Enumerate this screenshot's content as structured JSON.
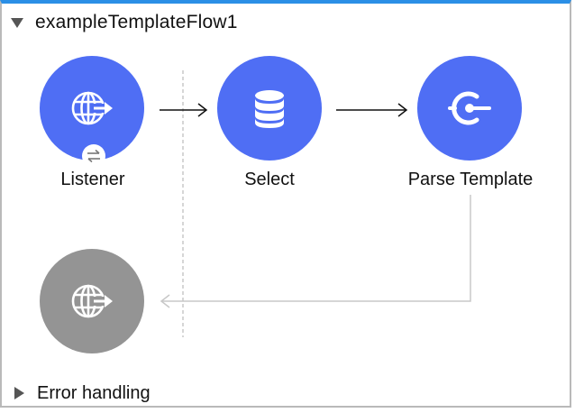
{
  "flow": {
    "title": "exampleTemplateFlow1"
  },
  "nodes": {
    "listener": {
      "label": "Listener",
      "icon": "globe-arrow-icon"
    },
    "select": {
      "label": "Select",
      "icon": "database-icon"
    },
    "parse_template": {
      "label": "Parse Template",
      "icon": "transform-connector-icon"
    },
    "response": {
      "icon": "globe-arrow-icon"
    }
  },
  "badges": {
    "listener_badge": {
      "icon": "bidirectional-arrows-icon"
    }
  },
  "error_handling": {
    "label": "Error handling"
  },
  "colors": {
    "accent_top": "#2b8fe6",
    "node_blue": "#4f6ef4",
    "node_gray": "#949494",
    "arrow": "#111111",
    "return_line": "#c8c8c8",
    "divider": "#c8c8c8"
  }
}
